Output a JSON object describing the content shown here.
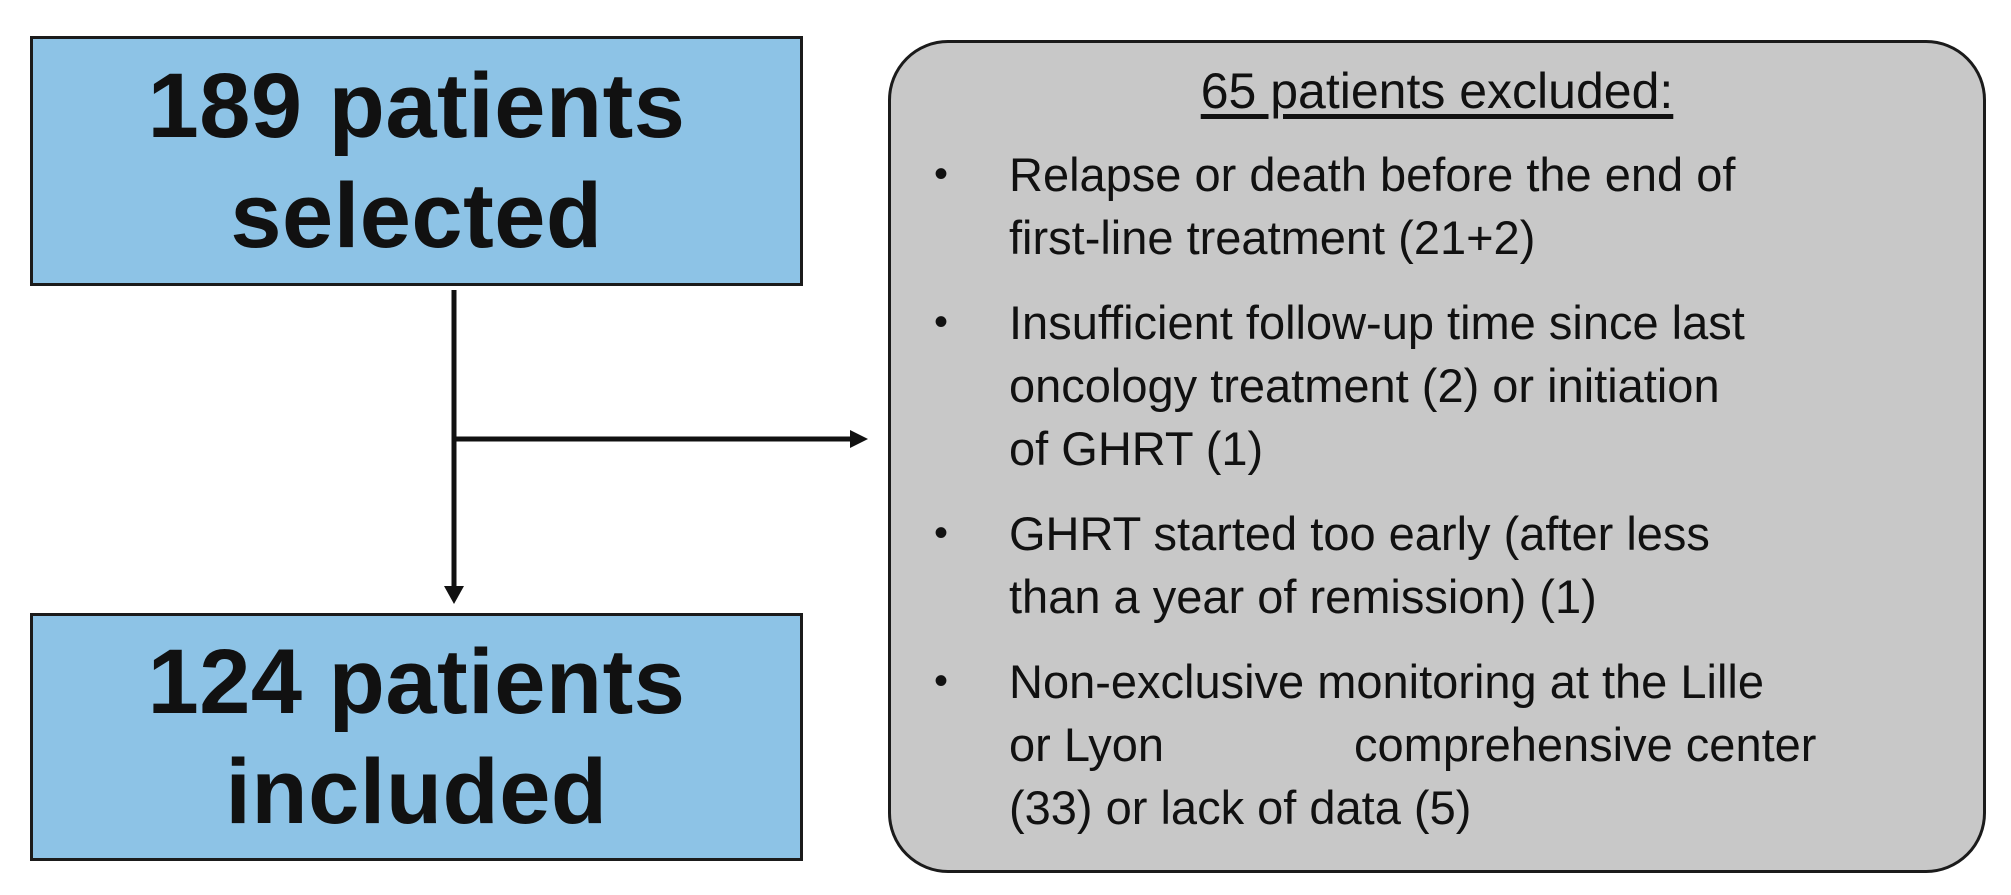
{
  "selected_box": {
    "line1": "189 patients",
    "line2": "selected"
  },
  "included_box": {
    "line1": "124 patients",
    "line2": "included"
  },
  "excluded_box": {
    "title": "65 patients excluded:",
    "items": [
      {
        "lines": [
          "Relapse or death before the end of",
          "first-line treatment (21+2)"
        ]
      },
      {
        "lines": [
          "Insufficient follow-up time since last",
          "oncology treatment (2) or initiation",
          "of GHRT (1)"
        ]
      },
      {
        "lines": [
          "GHRT started too early (after less",
          "than a year of remission) (1)"
        ]
      },
      {
        "lines_a": "Non-exclusive monitoring at the Lille",
        "line_b_left": "or Lyon",
        "line_b_right": "comprehensive center",
        "line_c": "(33) or lack of data (5)"
      }
    ]
  },
  "colors": {
    "blue_box": "#8dc3e6",
    "grey_box": "#c8c8c8",
    "line": "#111111"
  }
}
